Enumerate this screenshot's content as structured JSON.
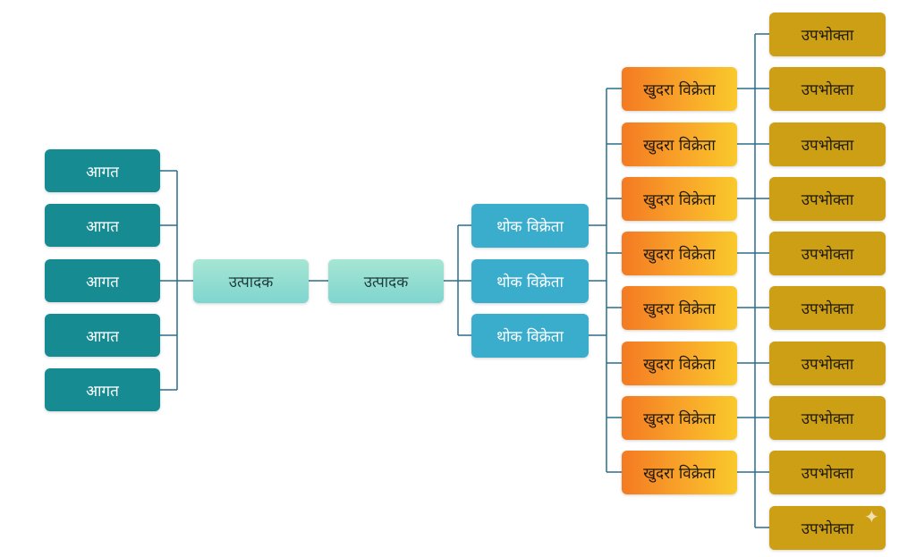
{
  "diagram": {
    "inputs": [
      "आगत",
      "आगत",
      "आगत",
      "आगत",
      "आगत"
    ],
    "manufacturers": [
      "उत्पादक",
      "उत्पादक"
    ],
    "wholesalers": [
      "थोक विक्रेता",
      "थोक विक्रेता",
      "थोक विक्रेता"
    ],
    "retailers": [
      "खुदरा विक्रेता",
      "खुदरा विक्रेता",
      "खुदरा विक्रेता",
      "खुदरा विक्रेता",
      "खुदरा विक्रेता",
      "खुदरा विक्रेता",
      "खुदरा विक्रेता",
      "खुदरा विक्रेता"
    ],
    "consumers": [
      "उपभोक्ता",
      "उपभोक्ता",
      "उपभोक्ता",
      "उपभोक्ता",
      "उपभोक्ता",
      "उपभोक्ता",
      "उपभोक्ता",
      "उपभोक्ता",
      "उपभोक्ता",
      "उपभोक्ता"
    ]
  },
  "colors": {
    "input": "#168b92",
    "manufacturer": "#8fdcd0",
    "wholesaler": "#3aaccc",
    "retailer": "#f7932a",
    "consumer": "#cc9f14",
    "connector": "#2a6e8c"
  },
  "icons": {
    "watermark": "sparkle-icon"
  }
}
